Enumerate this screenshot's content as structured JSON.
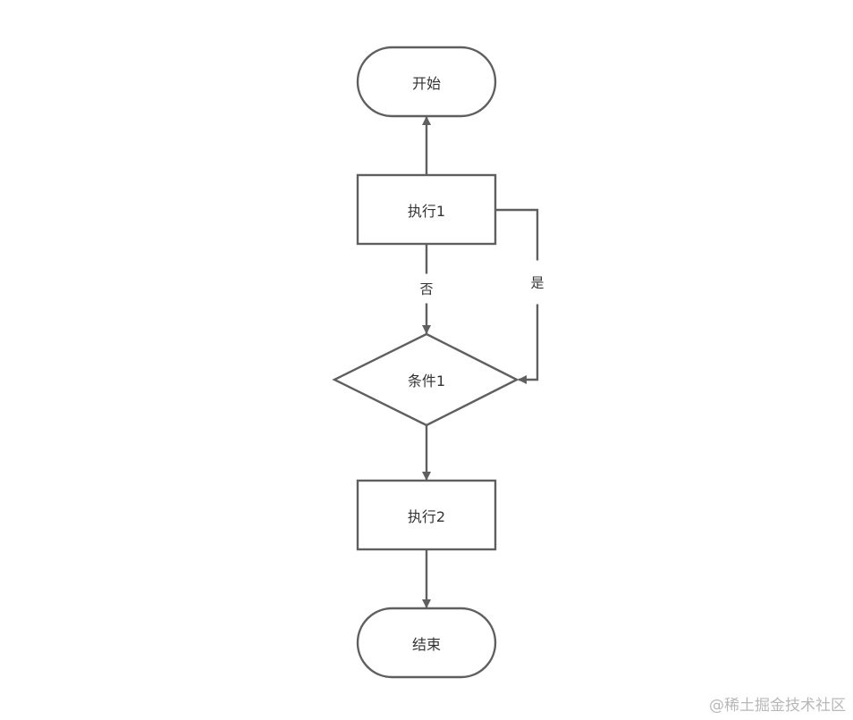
{
  "diagram": {
    "type": "flowchart",
    "stroke_color": "#5f5f5f",
    "nodes": {
      "start": {
        "label": "开始",
        "shape": "terminator"
      },
      "exec1": {
        "label": "执行1",
        "shape": "process"
      },
      "cond1": {
        "label": "条件1",
        "shape": "decision"
      },
      "exec2": {
        "label": "执行2",
        "shape": "process"
      },
      "end": {
        "label": "结束",
        "shape": "terminator"
      }
    },
    "edges": [
      {
        "from": "exec1",
        "to": "start",
        "label": ""
      },
      {
        "from": "exec1",
        "to": "cond1",
        "label": "否"
      },
      {
        "from": "exec1",
        "to": "cond1",
        "label": "是",
        "route": "right"
      },
      {
        "from": "cond1",
        "to": "exec2",
        "label": ""
      },
      {
        "from": "exec2",
        "to": "end",
        "label": ""
      }
    ]
  },
  "edge_labels": {
    "no": "否",
    "yes": "是"
  },
  "watermark": "@稀土掘金技术社区"
}
